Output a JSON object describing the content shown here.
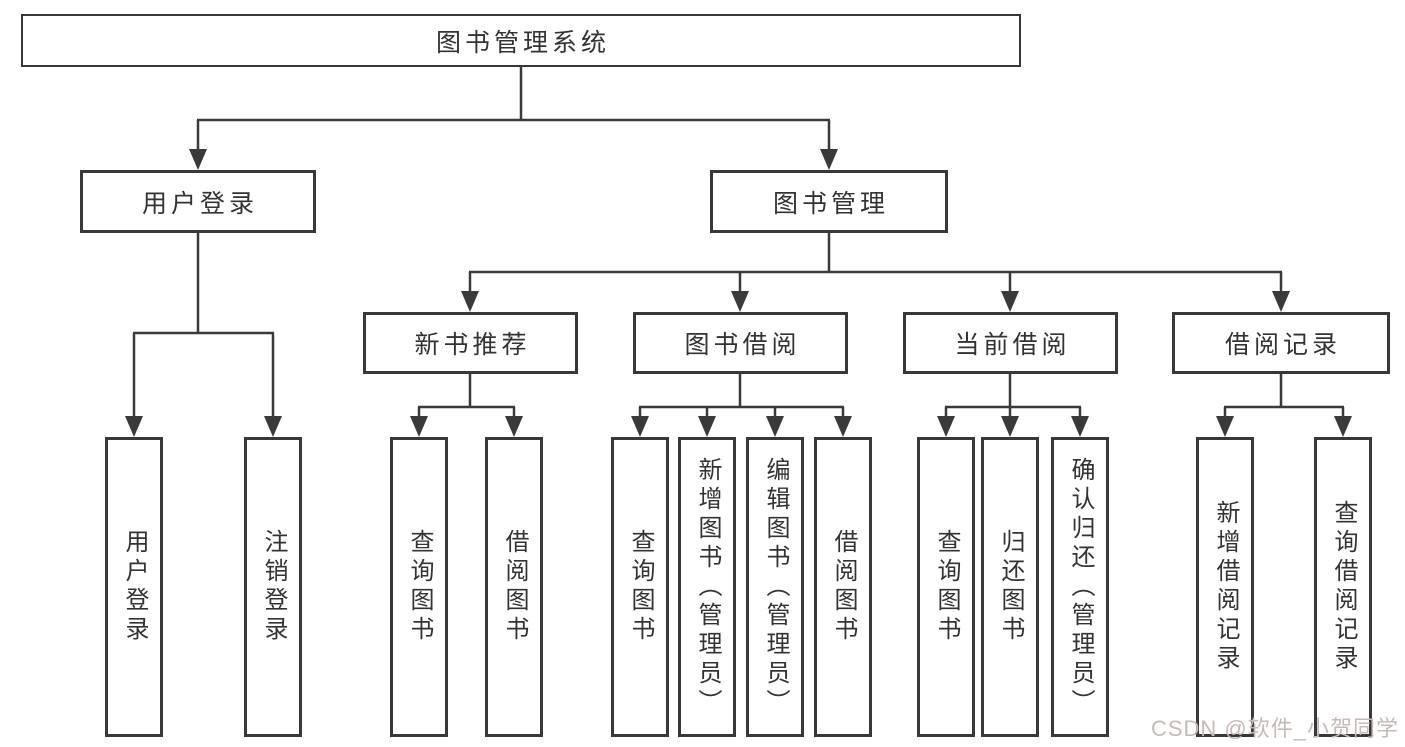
{
  "tree": {
    "root": "图书管理系统",
    "level2": [
      {
        "label": "用户登录",
        "leaves": [
          "用户登录",
          "注销登录"
        ]
      },
      {
        "label": "图书管理",
        "groups": [
          {
            "label": "新书推荐",
            "leaves": [
              "查询图书",
              "借阅图书"
            ]
          },
          {
            "label": "图书借阅",
            "leaves": [
              "查询图书",
              "新增图书（管理员）",
              "编辑图书（管理员）",
              "借阅图书"
            ]
          },
          {
            "label": "当前借阅",
            "leaves": [
              "查询图书",
              "归还图书",
              "确认归还（管理员）"
            ]
          },
          {
            "label": "借阅记录",
            "leaves": [
              "新增借阅记录",
              "查询借阅记录"
            ]
          }
        ]
      }
    ]
  },
  "watermark": "CSDN @软件_小贺同学",
  "colors": {
    "line": "#3a3a3a",
    "box_border": "#383838",
    "text": "#333333",
    "watermark": "#c9b8b8",
    "background": "#ffffff"
  }
}
